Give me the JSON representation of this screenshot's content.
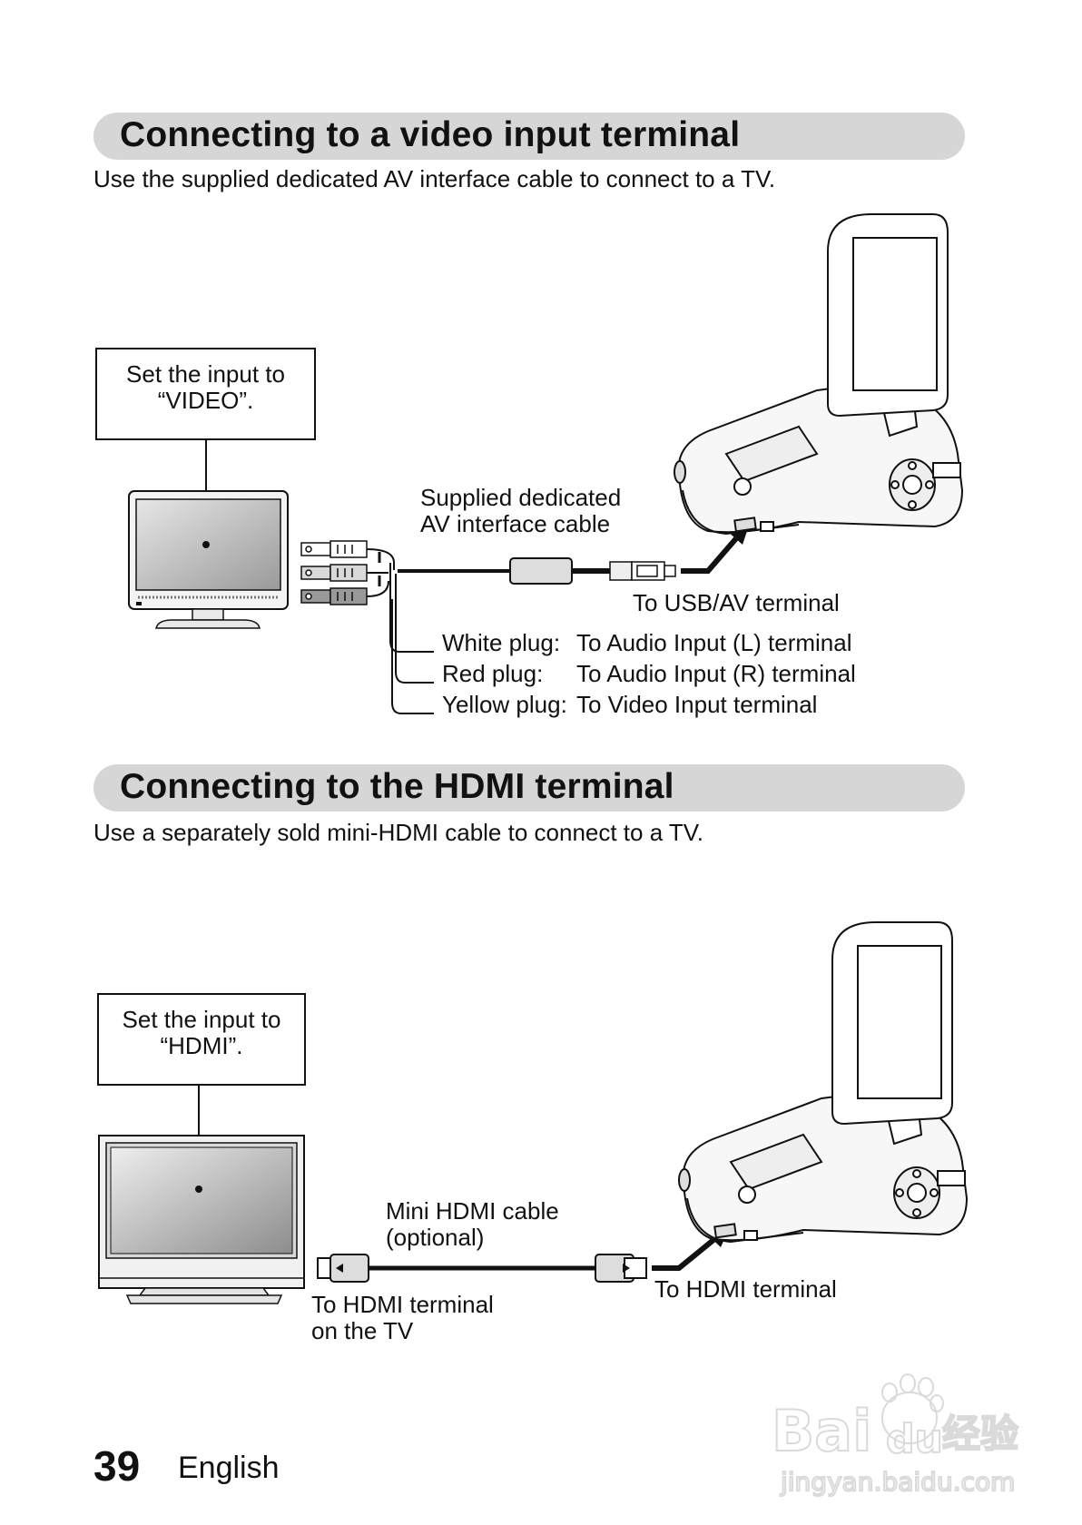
{
  "section1": {
    "heading": "Connecting to a video input terminal",
    "intro": "Use the supplied dedicated AV interface cable to connect to a TV.",
    "callout": [
      "Set the input to",
      "“VIDEO”."
    ],
    "cable_label": [
      "Supplied dedicated",
      "AV interface cable"
    ],
    "usb_label": "To USB/AV terminal",
    "plugs": [
      {
        "name": "White plug:",
        "target": "To Audio Input (L) terminal"
      },
      {
        "name": "Red plug:",
        "target": "To Audio Input (R) terminal"
      },
      {
        "name": "Yellow plug:",
        "target": "To Video Input terminal"
      }
    ]
  },
  "section2": {
    "heading": "Connecting to the HDMI terminal",
    "intro": "Use a separately sold mini-HDMI cable to connect to a TV.",
    "callout": [
      "Set the input to",
      "“HDMI”."
    ],
    "cable_label": [
      "Mini HDMI cable",
      "(optional)"
    ],
    "tv_terminal_label": [
      "To HDMI terminal",
      "on the TV"
    ],
    "camera_terminal_label": "To HDMI terminal"
  },
  "footer": {
    "page_number": "39",
    "language": "English"
  },
  "watermark": {
    "brand": "Bai",
    "brand_suffix": "du",
    "cn": "经验",
    "url": "jingyan.baidu.com"
  }
}
